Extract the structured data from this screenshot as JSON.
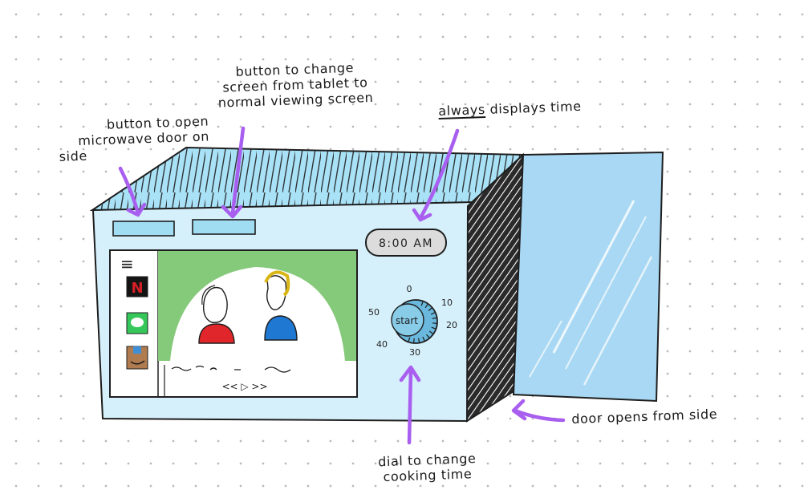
{
  "annotations": {
    "door_button": [
      "button to open",
      "microwave door on",
      "side"
    ],
    "screen_button": [
      "button to change",
      "screen from tablet to",
      "normal viewing screen"
    ],
    "time_display": {
      "emphasis": "always",
      "rest": " displays time"
    },
    "dial": [
      "dial to change",
      "cooking time"
    ],
    "door_side": "door opens from side"
  },
  "clock": {
    "time": "8:00 AM"
  },
  "dial": {
    "center_label": "start",
    "numbers": [
      "0",
      "10",
      "20",
      "30",
      "40",
      "50"
    ]
  },
  "player": {
    "controls": "<< ▷ >>"
  },
  "apps": [
    {
      "name": "menu-icon",
      "glyph": "≡"
    },
    {
      "name": "netflix-icon",
      "glyph": "N",
      "color": "#d81f26"
    },
    {
      "name": "messages-icon",
      "color": "#35c759"
    },
    {
      "name": "amazon-icon",
      "color": "#b07c4f"
    }
  ],
  "colors": {
    "body": "#d6f0fb",
    "top": "#a9e2f7",
    "door": "#a8d8f3",
    "arrow": "#a85ff0",
    "screen_bg": "#85c97a"
  }
}
